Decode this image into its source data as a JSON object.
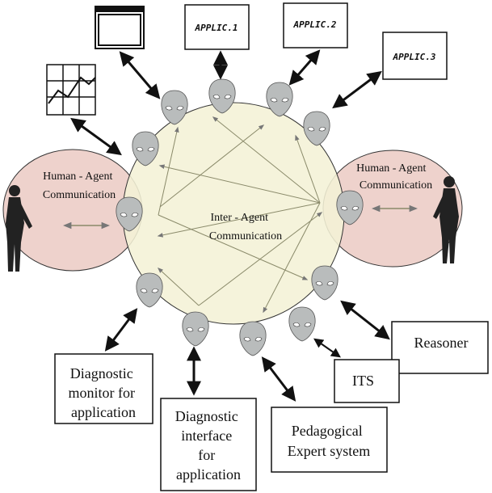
{
  "labels": {
    "human_agent_left": [
      "Human - Agent",
      "Communication"
    ],
    "human_agent_right": [
      "Human - Agent",
      "Communication"
    ],
    "inter_agent": [
      "Inter - Agent",
      "Communication"
    ],
    "applic_1": "APPLIC.1",
    "applic_2": "APPLIC.2",
    "applic_3": "APPLIC.3",
    "reasoner": "Reasoner",
    "its": "ITS",
    "pedagogical": [
      "Pedagogical",
      "Expert system"
    ],
    "diag_monitor": [
      "Diagnostic",
      "monitor for",
      "application"
    ],
    "diag_interface": [
      "Diagnostic",
      "interface",
      "for",
      "application"
    ]
  },
  "icons": [
    "window-icon",
    "chart-icon",
    "agent-head-icon",
    "human-figure-icon"
  ],
  "colors": {
    "inner_circle": "#f4f1d6",
    "human_ellipse": "#eed2cc",
    "agent_head": "#b9bcbc",
    "line": "#111111",
    "inner_arrow": "#8a8a6a"
  }
}
